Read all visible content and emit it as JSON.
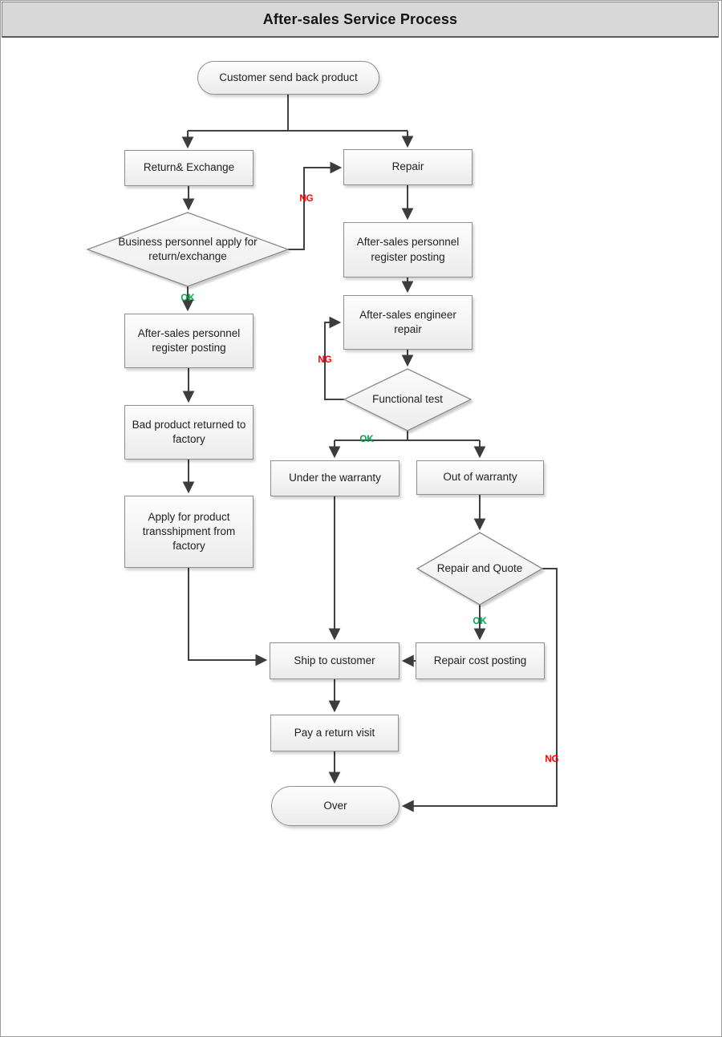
{
  "title": "After-sales Service Process",
  "colors": {
    "title_bar_bg": "#d8d8d8",
    "line": "#404040",
    "node_border": "#8f8f8f",
    "ok_green": "#00a550",
    "ng_red": "#fe0000"
  },
  "nodes": {
    "start": {
      "label": "Customer send back product",
      "type": "terminator"
    },
    "return_exchange": {
      "label": "Return& Exchange",
      "type": "process"
    },
    "repair": {
      "label": "Repair",
      "type": "process"
    },
    "apply_decision": {
      "label": "Business personnel apply for return/exchange",
      "type": "decision"
    },
    "register_left": {
      "label": "After-sales personnel register posting",
      "type": "process"
    },
    "bad_product": {
      "label": "Bad product returned to factory",
      "type": "process"
    },
    "apply_transshipment": {
      "label": "Apply for product transshipment from factory",
      "type": "process"
    },
    "register_right": {
      "label": "After-sales personnel register posting",
      "type": "process"
    },
    "engineer_repair": {
      "label": "After-sales engineer repair",
      "type": "process"
    },
    "functional_test": {
      "label": "Functional test",
      "type": "decision"
    },
    "under_warranty": {
      "label": "Under the warranty",
      "type": "process"
    },
    "out_warranty": {
      "label": "Out of warranty",
      "type": "process"
    },
    "repair_quote": {
      "label": "Repair and Quote",
      "type": "decision"
    },
    "repair_cost": {
      "label": "Repair cost posting",
      "type": "process"
    },
    "ship": {
      "label": "Ship to customer",
      "type": "process"
    },
    "return_visit": {
      "label": "Pay a return visit",
      "type": "process"
    },
    "over": {
      "label": "Over",
      "type": "terminator"
    }
  },
  "edge_labels": {
    "ng_apply_to_repair": "NG",
    "ok_apply": "OK",
    "ng_functional": "NG",
    "ok_functional": "OK",
    "ok_quote": "OK",
    "ng_quote": "NG"
  }
}
